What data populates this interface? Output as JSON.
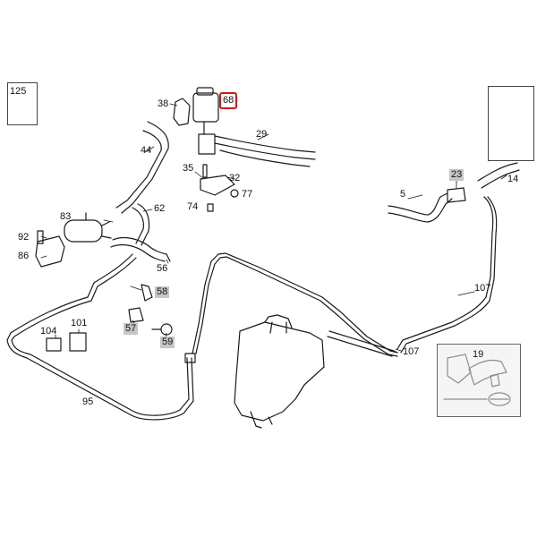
{
  "callouts": {
    "p125": "125",
    "p38": "38",
    "p68": "68",
    "p29": "29",
    "p44": "44",
    "p35": "35",
    "p32": "32",
    "p77": "77",
    "p74": "74",
    "p23": "23",
    "p14": "14",
    "p5": "5",
    "p83": "83",
    "p62": "62",
    "p92": "92",
    "p86": "86",
    "p56": "56",
    "p58": "58",
    "p57": "57",
    "p59": "59",
    "p107a": "107",
    "p107b": "107",
    "p104": "104",
    "p101": "101",
    "p19": "19",
    "p95": "95"
  },
  "highlighted_part": "68",
  "icons": {
    "heater": "heater-seat-icon",
    "windscreen": "windscreen-washer-icon",
    "clip": "clip-icon",
    "brand": "logo-icon"
  },
  "colors": {
    "line": "#1a1a1a",
    "highlight": "#d01616",
    "reference_tag": "#c6c6c6"
  }
}
